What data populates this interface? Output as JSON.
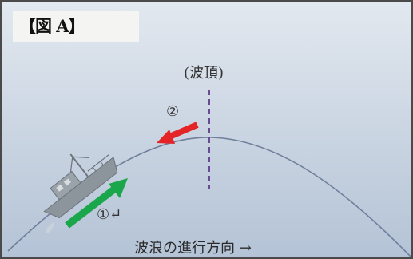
{
  "figure": {
    "label": "【図 A】",
    "crest_label": "(波頂)",
    "step2_label": "②",
    "step1_label": "①↵",
    "direction_label": "波浪の進行方向 →"
  },
  "colors": {
    "sky_top": "#dde4ec",
    "sky_bottom": "#b7c6d8",
    "wave_line": "#6f7f9c",
    "crest_line": "#6a4a92",
    "arrow_1": "#1aa64a",
    "arrow_2": "#e42426",
    "boat": "#8c949c"
  },
  "icons": {
    "boat": "fishing-boat-icon",
    "arrow_up_slope": "arrow-up-right-icon",
    "arrow_back": "arrow-left-icon"
  }
}
